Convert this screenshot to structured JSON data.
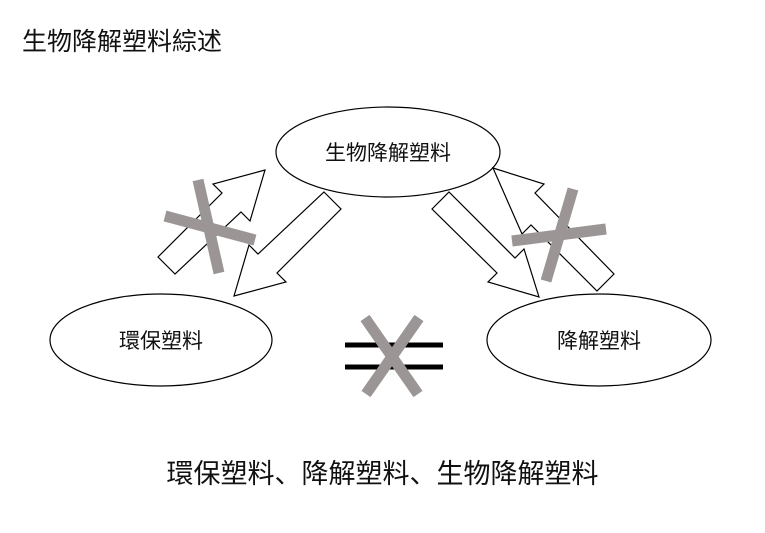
{
  "title": "生物降解塑料綜述",
  "nodes": {
    "top": "生物降解塑料",
    "left": "環保塑料",
    "right": "降解塑料"
  },
  "summary": "環保塑料、降解塑料、生物降解塑料",
  "colors": {
    "line": "#000000",
    "cross": "#9b9595",
    "background": "#ffffff"
  }
}
